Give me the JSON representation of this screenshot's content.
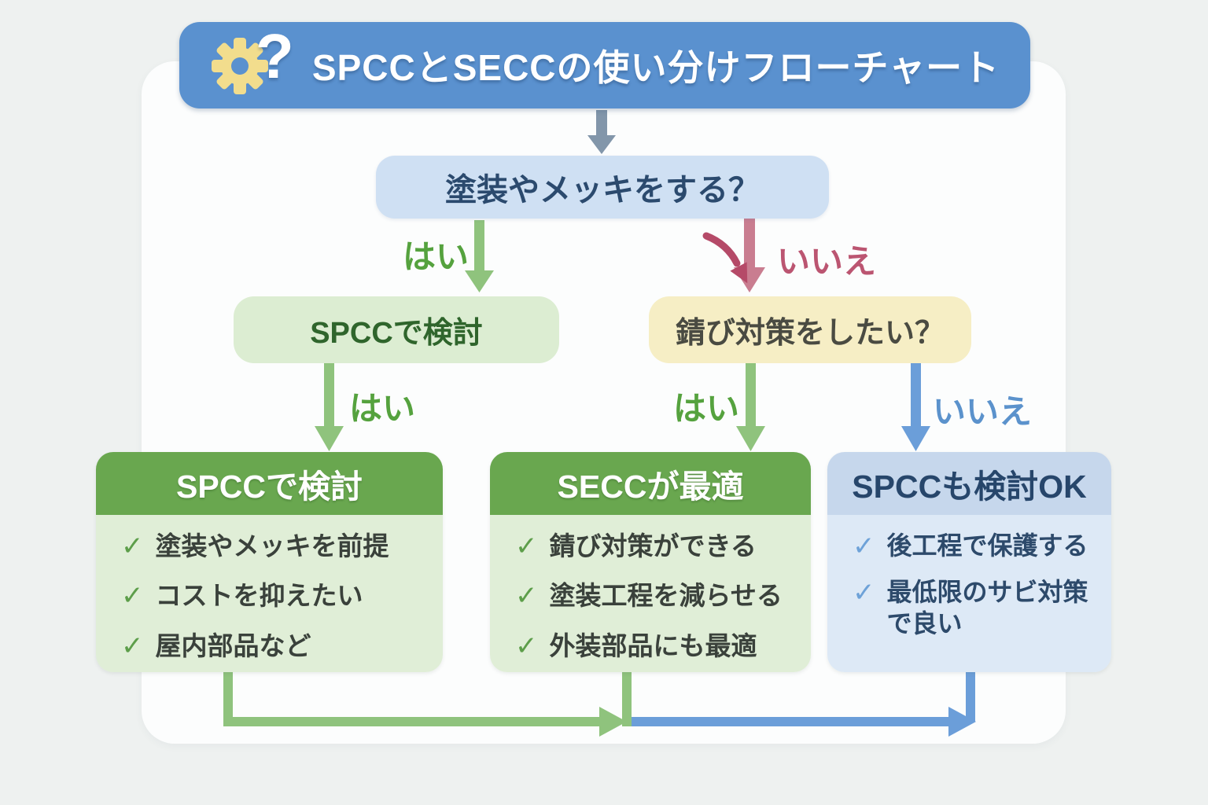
{
  "window": {
    "title": "SPCCとSECCの使い分けフローチャート"
  },
  "icons": {
    "gear": "gear-icon",
    "question": "?",
    "check": "✓"
  },
  "colors": {
    "page_bg": "#eef1f0",
    "card_bg": "#fcfdfd",
    "title_bar_blue": "#5a91cf",
    "title_text": "#ffffff",
    "gear_yellow": "#f2dd8d",
    "decision_blue_bg": "#cfe0f3",
    "decision_blue_text": "#2b4a6e",
    "node_green_bg": "#dcedd2",
    "node_green_text": "#2f652c",
    "node_yellow_bg": "#f6eec5",
    "node_yellow_text": "#4a4b42",
    "yes_label_green": "#55a23e",
    "no_label_red": "#bb5571",
    "no_label_blue": "#5b92cc",
    "arrow_green": "#8fc37d",
    "arrow_red": "#c97d90",
    "arrow_blue": "#6b9ed9",
    "arrow_slate": "#8296aa",
    "result_green_header": "#69a74f",
    "result_green_body": "#e0eed7",
    "result_blue_header": "#c6d7ec",
    "result_blue_body": "#dde9f6",
    "check_green": "#5d9e4a",
    "check_blue": "#6ea2d8"
  },
  "flow": {
    "q1": "塗装やメッキをする？",
    "q2": "錆び対策をしたい？",
    "node_spcc": "SPCCで検討",
    "labels": {
      "q1_yes": "はい",
      "q1_no": "いいえ",
      "left_yes": "はい",
      "center_yes": "はい",
      "right_no": "いいえ"
    },
    "results": [
      {
        "title": "SPCCで検討",
        "items": [
          "塗装やメッキを前提",
          "コストを抑えたい",
          "屋内部品など"
        ]
      },
      {
        "title": "SECCが最適",
        "items": [
          "錆び対策ができる",
          "塗装工程を減らせる",
          "外装部品にも最適"
        ]
      },
      {
        "title": "SPCCも検討OK",
        "items": [
          "後工程で保護する",
          "最低限のサビ対策で良い"
        ]
      }
    ]
  }
}
